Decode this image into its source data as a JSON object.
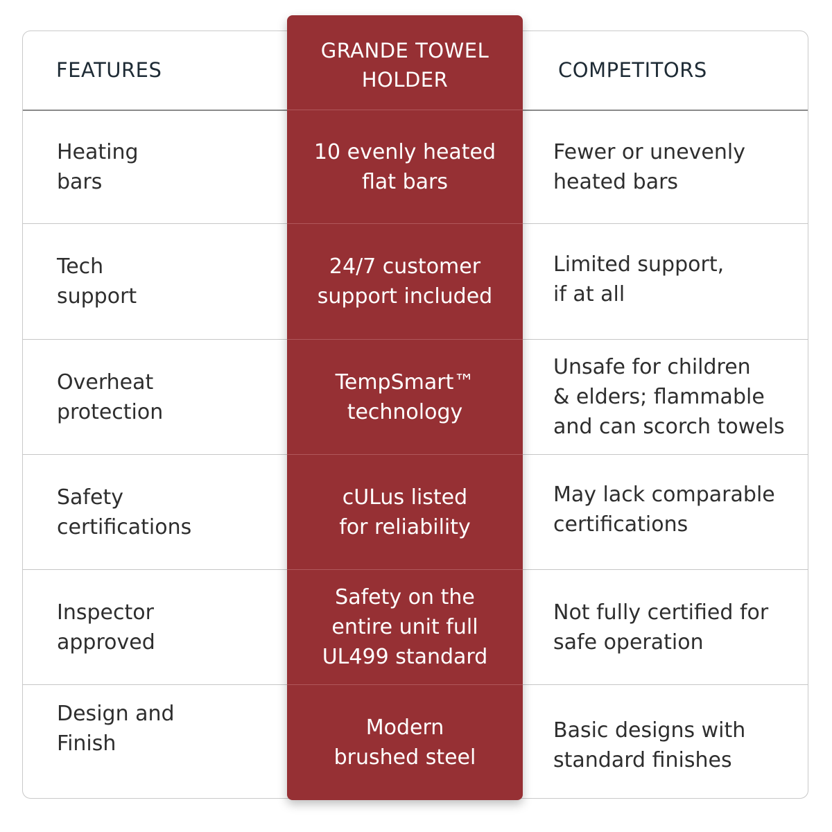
{
  "header": {
    "features": "FEATURES",
    "grande": "GRANDE TOWEL\nHOLDER",
    "competitors": "COMPETITORS"
  },
  "rows": [
    {
      "feature": "Heating\nbars",
      "grande": "10 evenly heated\nflat bars",
      "competitor": "Fewer or unevenly\nheated bars"
    },
    {
      "feature": "Tech\nsupport",
      "grande": "24/7 customer\nsupport included",
      "competitor": "Limited support,\nif at all"
    },
    {
      "feature": "Overheat\nprotection",
      "grande": "TempSmart™\ntechnology",
      "competitor": "Unsafe for children\n& elders; flammable\nand can scorch towels"
    },
    {
      "feature": "Safety\ncertifications",
      "grande": "cULus listed\nfor reliability",
      "competitor": "May lack comparable\ncertifications"
    },
    {
      "feature": "Inspector\napproved",
      "grande": "Safety on the\nentire unit full\nUL499 standard",
      "competitor": "Not fully certified for\nsafe operation"
    },
    {
      "feature": "Design and\nFinish",
      "grande": "Modern\nbrushed steel",
      "competitor": "Basic designs with\nstandard finishes"
    }
  ],
  "colors": {
    "highlight": "#963034",
    "text": "#2e2e2e",
    "header_text": "#1e2b35",
    "border": "#c9c9c9"
  }
}
